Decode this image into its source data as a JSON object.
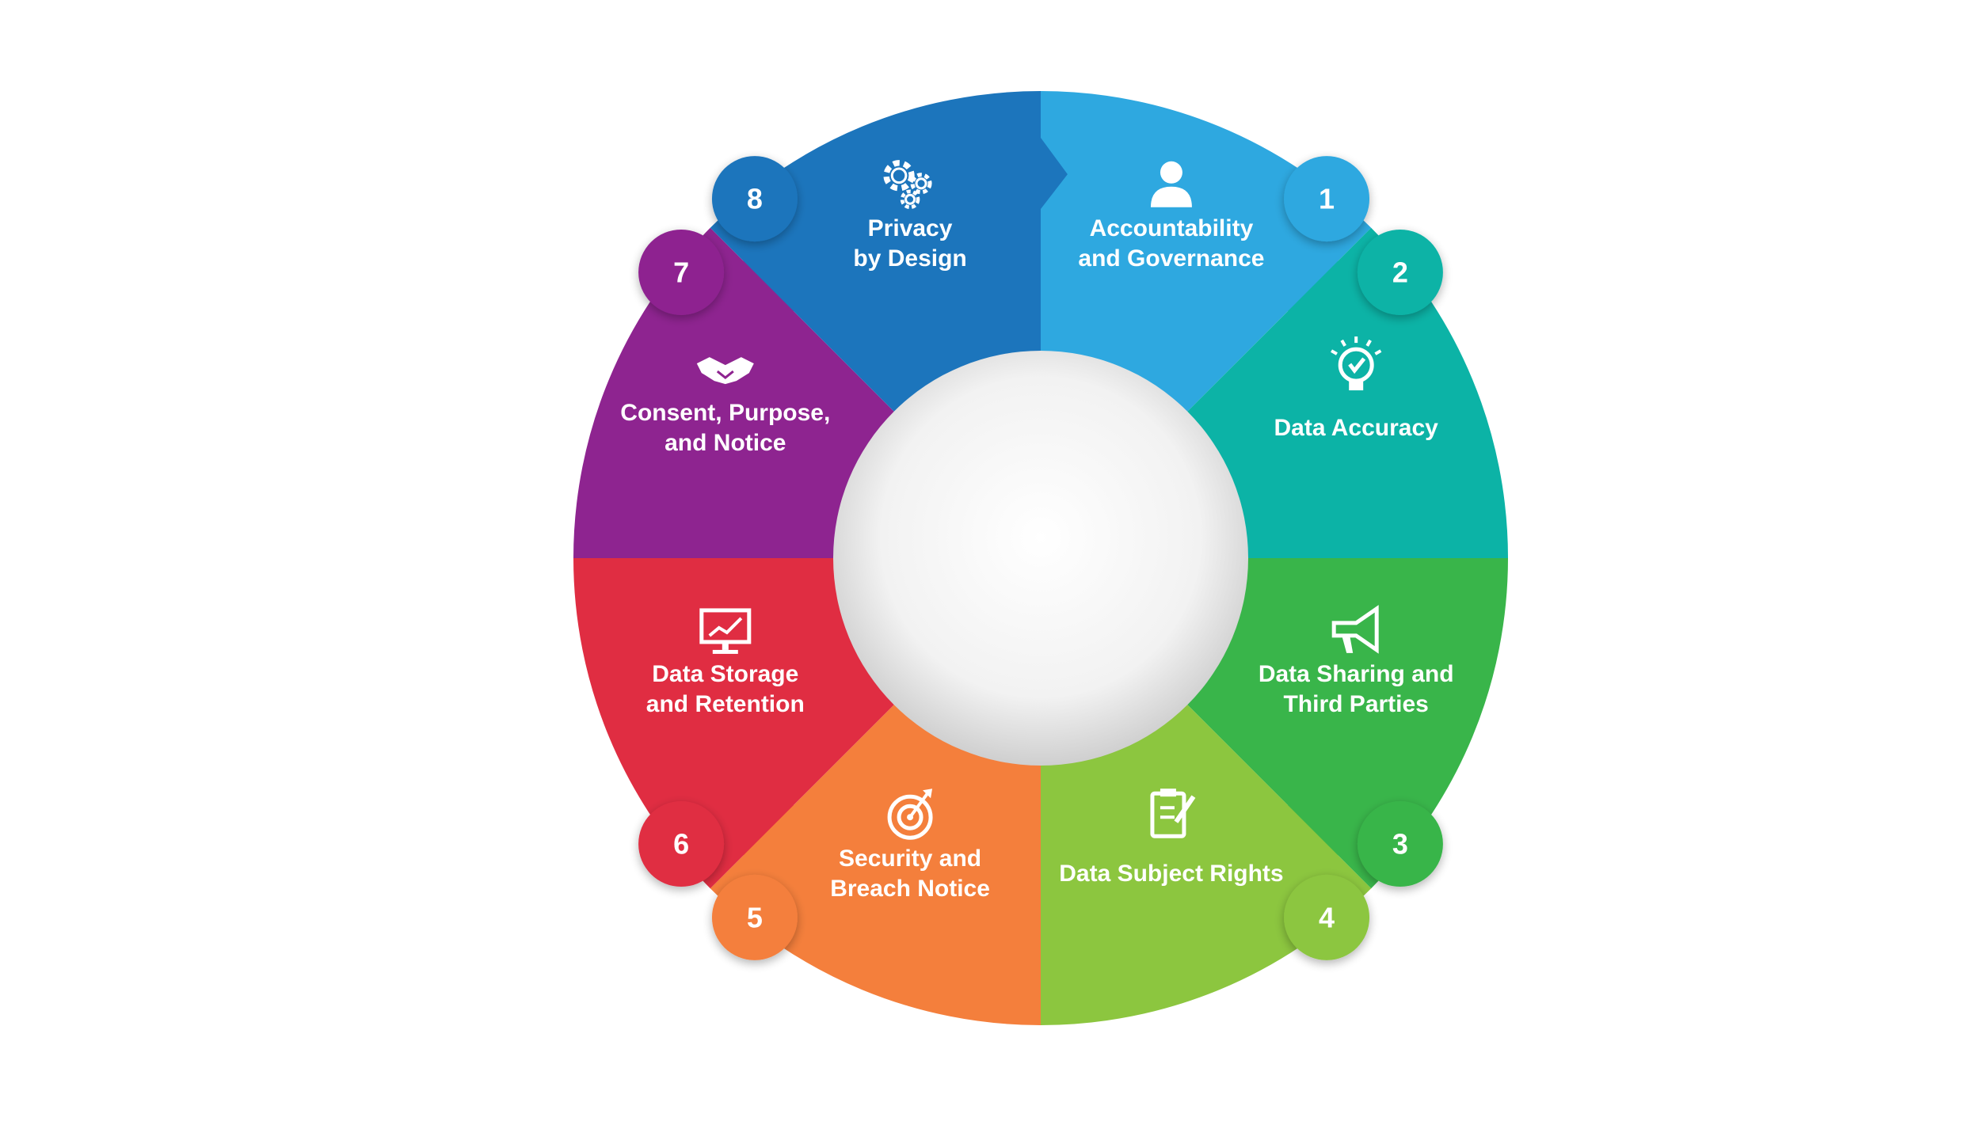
{
  "diagram": {
    "segments": [
      {
        "num": "1",
        "title_lines": [
          "Accountability",
          "and Governance"
        ],
        "color": "#2ea8e0",
        "badge_color": "#2ea8e0",
        "icon": "person-icon"
      },
      {
        "num": "2",
        "title_lines": [
          "Data Accuracy"
        ],
        "color": "#0cb3a6",
        "badge_color": "#0cb3a6",
        "icon": "lightbulb-check-icon"
      },
      {
        "num": "3",
        "title_lines": [
          "Data Sharing and",
          "Third Parties"
        ],
        "color": "#39b54a",
        "badge_color": "#39b54a",
        "icon": "megaphone-icon"
      },
      {
        "num": "4",
        "title_lines": [
          "Data Subject Rights"
        ],
        "color": "#8cc63f",
        "badge_color": "#8cc63f",
        "icon": "clipboard-pen-icon"
      },
      {
        "num": "5",
        "title_lines": [
          "Security and",
          "Breach Notice"
        ],
        "color": "#f47f3c",
        "badge_color": "#f47f3c",
        "icon": "target-arrow-icon"
      },
      {
        "num": "6",
        "title_lines": [
          "Data Storage",
          "and Retention"
        ],
        "color": "#e02d42",
        "badge_color": "#e02d42",
        "icon": "monitor-chart-icon"
      },
      {
        "num": "7",
        "title_lines": [
          "Consent, Purpose,",
          "and Notice"
        ],
        "color": "#8e2490",
        "badge_color": "#8e2490",
        "icon": "handshake-icon"
      },
      {
        "num": "8",
        "title_lines": [
          "Privacy",
          "by Design"
        ],
        "color": "#1c75bc",
        "badge_color": "#1c75bc",
        "icon": "gears-icon"
      }
    ]
  }
}
